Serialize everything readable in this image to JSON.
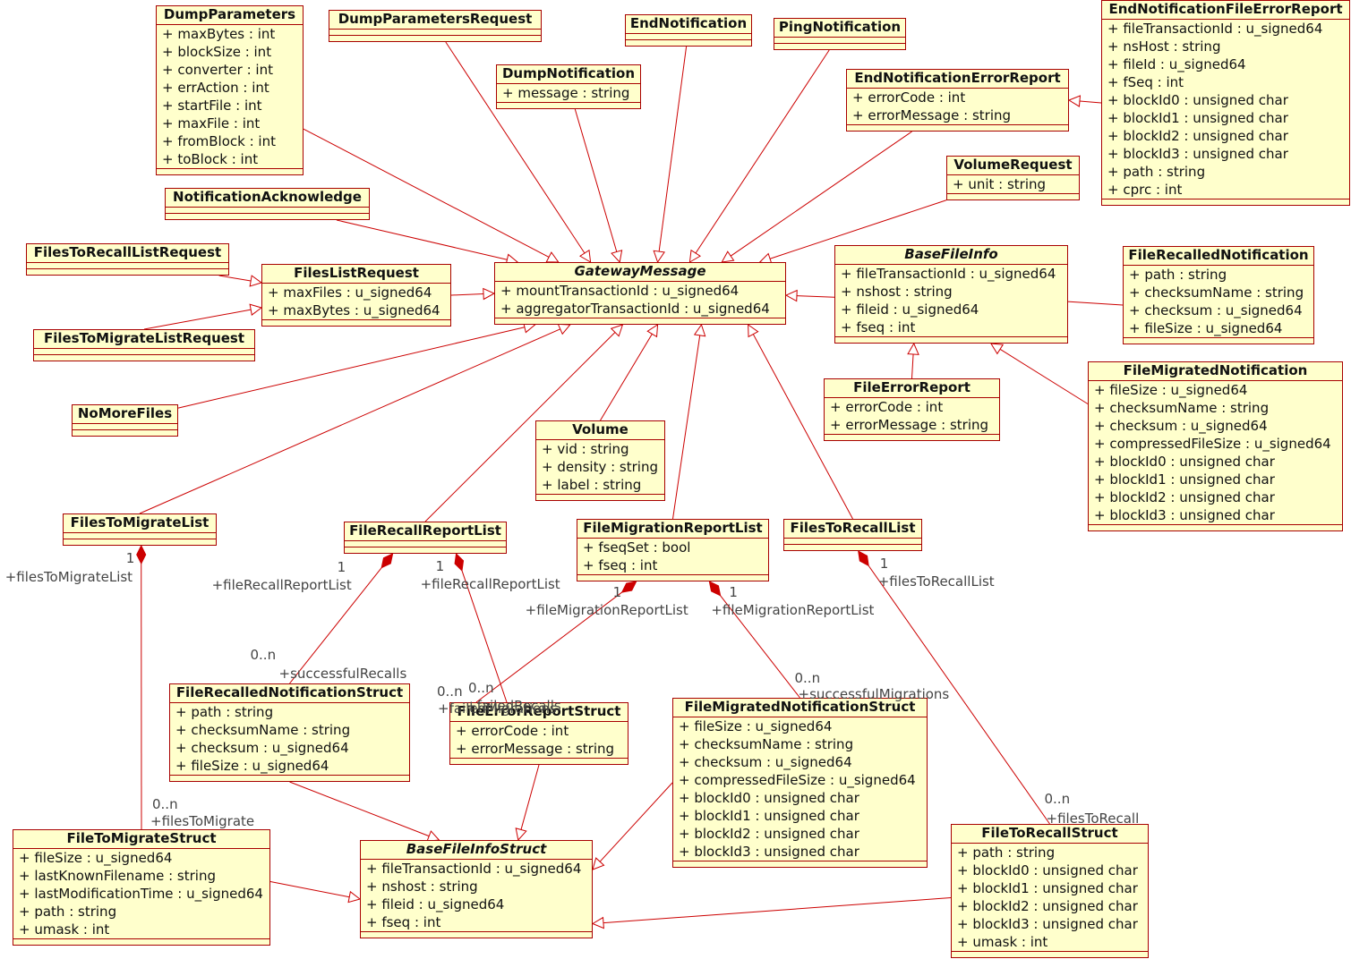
{
  "classes": {
    "DumpParameters": {
      "name": "DumpParameters",
      "abstract": false,
      "attributes": [
        "+ maxBytes : int",
        "+ blockSize : int",
        "+ converter : int",
        "+ errAction : int",
        "+ startFile : int",
        "+ maxFile : int",
        "+ fromBlock : int",
        "+ toBlock : int"
      ]
    },
    "DumpParametersRequest": {
      "name": "DumpParametersRequest",
      "abstract": false,
      "attributes": []
    },
    "DumpNotification": {
      "name": "DumpNotification",
      "abstract": false,
      "attributes": [
        "+ message : string"
      ]
    },
    "EndNotification": {
      "name": "EndNotification",
      "abstract": false,
      "attributes": []
    },
    "PingNotification": {
      "name": "PingNotification",
      "abstract": false,
      "attributes": []
    },
    "EndNotificationErrorReport": {
      "name": "EndNotificationErrorReport",
      "abstract": false,
      "attributes": [
        "+ errorCode : int",
        "+ errorMessage : string"
      ]
    },
    "EndNotificationFileErrorReport": {
      "name": "EndNotificationFileErrorReport",
      "abstract": false,
      "attributes": [
        "+ fileTransactionId : u_signed64",
        "+ nsHost : string",
        "+ fileId : u_signed64",
        "+ fSeq : int",
        "+ blockId0 : unsigned char",
        "+ blockId1 : unsigned char",
        "+ blockId2 : unsigned char",
        "+ blockId3 : unsigned char",
        "+ path : string",
        "+ cprc : int"
      ]
    },
    "VolumeRequest": {
      "name": "VolumeRequest",
      "abstract": false,
      "attributes": [
        "+ unit : string"
      ]
    },
    "NotificationAcknowledge": {
      "name": "NotificationAcknowledge",
      "abstract": false,
      "attributes": []
    },
    "FilesToRecallListRequest": {
      "name": "FilesToRecallListRequest",
      "abstract": false,
      "attributes": []
    },
    "FilesListRequest": {
      "name": "FilesListRequest",
      "abstract": false,
      "attributes": [
        "+ maxFiles : u_signed64",
        "+ maxBytes : u_signed64"
      ]
    },
    "FilesToMigrateListRequest": {
      "name": "FilesToMigrateListRequest",
      "abstract": false,
      "attributes": []
    },
    "GatewayMessage": {
      "name": "GatewayMessage",
      "abstract": true,
      "attributes": [
        "+ mountTransactionId : u_signed64",
        "+ aggregatorTransactionId : u_signed64"
      ]
    },
    "BaseFileInfo": {
      "name": "BaseFileInfo",
      "abstract": true,
      "attributes": [
        "+ fileTransactionId : u_signed64",
        "+ nshost : string",
        "+ fileid : u_signed64",
        "+ fseq : int"
      ]
    },
    "FileRecalledNotification": {
      "name": "FileRecalledNotification",
      "abstract": false,
      "attributes": [
        "+ path : string",
        "+ checksumName : string",
        "+ checksum : u_signed64",
        "+ fileSize : u_signed64"
      ]
    },
    "FileErrorReport": {
      "name": "FileErrorReport",
      "abstract": false,
      "attributes": [
        "+ errorCode : int",
        "+ errorMessage : string"
      ]
    },
    "FileMigratedNotification": {
      "name": "FileMigratedNotification",
      "abstract": false,
      "attributes": [
        "+ fileSize : u_signed64",
        "+ checksumName : string",
        "+ checksum : u_signed64",
        "+ compressedFileSize : u_signed64",
        "+ blockId0 : unsigned char",
        "+ blockId1 : unsigned char",
        "+ blockId2 : unsigned char",
        "+ blockId3 : unsigned char"
      ]
    },
    "NoMoreFiles": {
      "name": "NoMoreFiles",
      "abstract": false,
      "attributes": []
    },
    "Volume": {
      "name": "Volume",
      "abstract": false,
      "attributes": [
        "+ vid : string",
        "+ density : string",
        "+ label : string"
      ]
    },
    "FilesToMigrateList": {
      "name": "FilesToMigrateList",
      "abstract": false,
      "attributes": []
    },
    "FileRecallReportList": {
      "name": "FileRecallReportList",
      "abstract": false,
      "attributes": []
    },
    "FileMigrationReportList": {
      "name": "FileMigrationReportList",
      "abstract": false,
      "attributes": [
        "+ fseqSet : bool",
        "+ fseq : int"
      ]
    },
    "FilesToRecallList": {
      "name": "FilesToRecallList",
      "abstract": false,
      "attributes": []
    },
    "FileRecalledNotificationStruct": {
      "name": "FileRecalledNotificationStruct",
      "abstract": false,
      "attributes": [
        "+ path : string",
        "+ checksumName : string",
        "+ checksum : u_signed64",
        "+ fileSize : u_signed64"
      ]
    },
    "FileErrorReportStruct": {
      "name": "FileErrorReportStruct",
      "abstract": false,
      "attributes": [
        "+ errorCode : int",
        "+ errorMessage : string"
      ]
    },
    "FileMigratedNotificationStruct": {
      "name": "FileMigratedNotificationStruct",
      "abstract": false,
      "attributes": [
        "+ fileSize : u_signed64",
        "+ checksumName : string",
        "+ checksum : u_signed64",
        "+ compressedFileSize : u_signed64",
        "+ blockId0 : unsigned char",
        "+ blockId1 : unsigned char",
        "+ blockId2 : unsigned char",
        "+ blockId3 : unsigned char"
      ]
    },
    "FileToMigrateStruct": {
      "name": "FileToMigrateStruct",
      "abstract": false,
      "attributes": [
        "+ fileSize : u_signed64",
        "+ lastKnownFilename : string",
        "+ lastModificationTime : u_signed64",
        "+ path : string",
        "+ umask : int"
      ]
    },
    "BaseFileInfoStruct": {
      "name": "BaseFileInfoStruct",
      "abstract": true,
      "attributes": [
        "+ fileTransactionId : u_signed64",
        "+ nshost : string",
        "+ fileid : u_signed64",
        "+ fseq : int"
      ]
    },
    "FileToRecallStruct": {
      "name": "FileToRecallStruct",
      "abstract": false,
      "attributes": [
        "+ path : string",
        "+ blockId0 : unsigned char",
        "+ blockId1 : unsigned char",
        "+ blockId2 : unsigned char",
        "+ blockId3 : unsigned char",
        "+ umask : int"
      ]
    }
  },
  "generalizations": [
    {
      "from": "DumpParameters",
      "to": "GatewayMessage"
    },
    {
      "from": "DumpParametersRequest",
      "to": "GatewayMessage"
    },
    {
      "from": "DumpNotification",
      "to": "GatewayMessage"
    },
    {
      "from": "EndNotification",
      "to": "GatewayMessage"
    },
    {
      "from": "PingNotification",
      "to": "GatewayMessage"
    },
    {
      "from": "EndNotificationErrorReport",
      "to": "GatewayMessage"
    },
    {
      "from": "VolumeRequest",
      "to": "GatewayMessage"
    },
    {
      "from": "NotificationAcknowledge",
      "to": "GatewayMessage"
    },
    {
      "from": "FilesListRequest",
      "to": "GatewayMessage"
    },
    {
      "from": "BaseFileInfo",
      "to": "GatewayMessage"
    },
    {
      "from": "NoMoreFiles",
      "to": "GatewayMessage"
    },
    {
      "from": "FilesToMigrateList",
      "to": "GatewayMessage"
    },
    {
      "from": "FileRecallReportList",
      "to": "GatewayMessage"
    },
    {
      "from": "Volume",
      "to": "GatewayMessage"
    },
    {
      "from": "FileMigrationReportList",
      "to": "GatewayMessage"
    },
    {
      "from": "FilesToRecallList",
      "to": "GatewayMessage"
    },
    {
      "from": "FilesToRecallListRequest",
      "to": "FilesListRequest"
    },
    {
      "from": "FilesToMigrateListRequest",
      "to": "FilesListRequest"
    },
    {
      "from": "EndNotificationFileErrorReport",
      "to": "EndNotificationErrorReport"
    },
    {
      "from": "FileRecalledNotification",
      "to": "BaseFileInfo"
    },
    {
      "from": "FileErrorReport",
      "to": "BaseFileInfo"
    },
    {
      "from": "FileMigratedNotification",
      "to": "BaseFileInfo"
    },
    {
      "from": "FileRecalledNotificationStruct",
      "to": "BaseFileInfoStruct"
    },
    {
      "from": "FileErrorReportStruct",
      "to": "BaseFileInfoStruct"
    },
    {
      "from": "FileMigratedNotificationStruct",
      "to": "BaseFileInfoStruct"
    },
    {
      "from": "FileToMigrateStruct",
      "to": "BaseFileInfoStruct"
    },
    {
      "from": "FileToRecallStruct",
      "to": "BaseFileInfoStruct"
    }
  ],
  "compositions": [
    {
      "whole": "FilesToMigrateList",
      "part": "FileToMigrateStruct",
      "whole_multiplicity": "1",
      "whole_role": "+filesToMigrateList",
      "part_multiplicity": "0..n",
      "part_role": "+filesToMigrate"
    },
    {
      "whole": "FileRecallReportList",
      "part": "FileRecalledNotificationStruct",
      "whole_multiplicity": "1",
      "whole_role": "+fileRecallReportList",
      "part_multiplicity": "0..n",
      "part_role": "+successfulRecalls"
    },
    {
      "whole": "FileRecallReportList",
      "part": "FileErrorReportStruct",
      "whole_multiplicity": "1",
      "whole_role": "+fileRecallReportList",
      "part_multiplicity": "0..n",
      "part_role": "+failedRecalls"
    },
    {
      "whole": "FileMigrationReportList",
      "part": "FileErrorReportStruct",
      "whole_multiplicity": "1",
      "whole_role": "+fileMigrationReportList",
      "part_multiplicity": "0..n",
      "part_role": "+failedMigrations"
    },
    {
      "whole": "FileMigrationReportList",
      "part": "FileMigratedNotificationStruct",
      "whole_multiplicity": "1",
      "whole_role": "+fileMigrationReportList",
      "part_multiplicity": "0..n",
      "part_role": "+successfulMigrations"
    },
    {
      "whole": "FilesToRecallList",
      "part": "FileToRecallStruct",
      "whole_multiplicity": "1",
      "whole_role": "+filesToRecallList",
      "part_multiplicity": "0..n",
      "part_role": "+filesToRecall"
    }
  ],
  "colors": {
    "line": "#cc0000",
    "border": "#a80000",
    "fill": "#ffffcc",
    "text": "#111111",
    "role_text": "#444444"
  }
}
